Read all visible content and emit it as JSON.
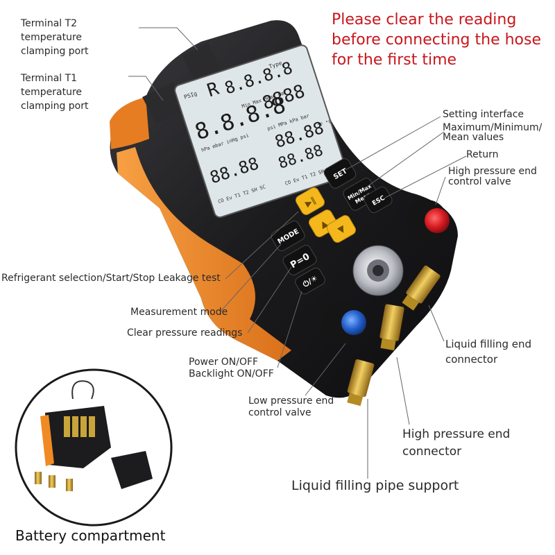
{
  "notice": {
    "lines": [
      "Please clear the reading",
      "before connecting the hose",
      "for the first time"
    ],
    "color": "#c8161d"
  },
  "labels": {
    "t2": [
      "Terminal T2",
      "temperature",
      "clamping port"
    ],
    "t1": [
      "Terminal T1",
      "temperature",
      "clamping port"
    ],
    "setting": "Setting interface",
    "maxminmean": [
      "Maximum/Minimum/",
      "Mean values"
    ],
    "return": "Return",
    "high_valve": [
      "High pressure end",
      "control valve"
    ],
    "refrigerant": "Refrigerant selection/Start/Stop Leakage test",
    "measurement": "Measurement mode",
    "clear": "Clear pressure readings",
    "power": [
      "Power ON/OFF",
      "Backlight ON/OFF"
    ],
    "low_valve": [
      "Low pressure end",
      "control valve"
    ],
    "liquid_connector": [
      "Liquid filling end",
      "connector"
    ],
    "high_connector": [
      "High pressure end",
      "connector"
    ],
    "pipe_support": "Liquid filling pipe support",
    "battery": "Battery compartment"
  },
  "buttons": {
    "set": "SET",
    "minmax": "Min/Max",
    "mean": "Mean",
    "esc": "ESC",
    "mode": "MODE",
    "p0": "P=0",
    "power": "⏻/☀"
  },
  "lcd": {
    "digits_top": "8.8.8.8",
    "digits_top_right": "8888",
    "digits_mid_left": "8.8.8.8",
    "digits_mid_right": "88.88",
    "digits_bottom_left": "88.88",
    "digits_bottom_right": "88.88",
    "small_units_left": "hPa mbar inHg psi",
    "small_units_right": "psi MPa kPa bar",
    "line_labels_left": "CO Ev T1 T2 SH SC",
    "line_labels_right": "CO Ev T1 T2 SH SC",
    "tag_r": "R",
    "tag_type": "Type",
    "psig": "PSIg",
    "min_mean": "Min Max Mean Pa",
    "deg": "°F °C"
  },
  "colors": {
    "body": "#1c1c1e",
    "orange": "#f08a24",
    "lcd": "#dfe6e9",
    "yellow_btn": "#f5b81c",
    "red_knob": "#e0262d",
    "blue_knob": "#2b6fd6",
    "brass": "#c79b2a"
  }
}
